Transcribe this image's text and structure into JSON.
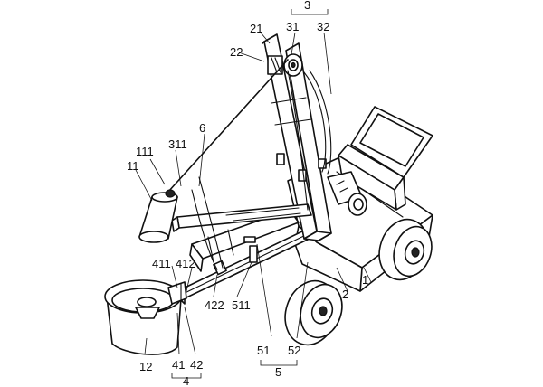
{
  "labels": {
    "l1": "1",
    "l2": "2",
    "l3": "3",
    "l4": "4",
    "l5": "5",
    "l6": "6",
    "l11": "11",
    "l12": "12",
    "l21": "21",
    "l22": "22",
    "l31": "31",
    "l32": "32",
    "l41": "41",
    "l42": "42",
    "l51": "51",
    "l52": "52",
    "l111": "111",
    "l311": "311",
    "l411": "411",
    "l412": "412",
    "l422": "422",
    "l511": "511"
  }
}
